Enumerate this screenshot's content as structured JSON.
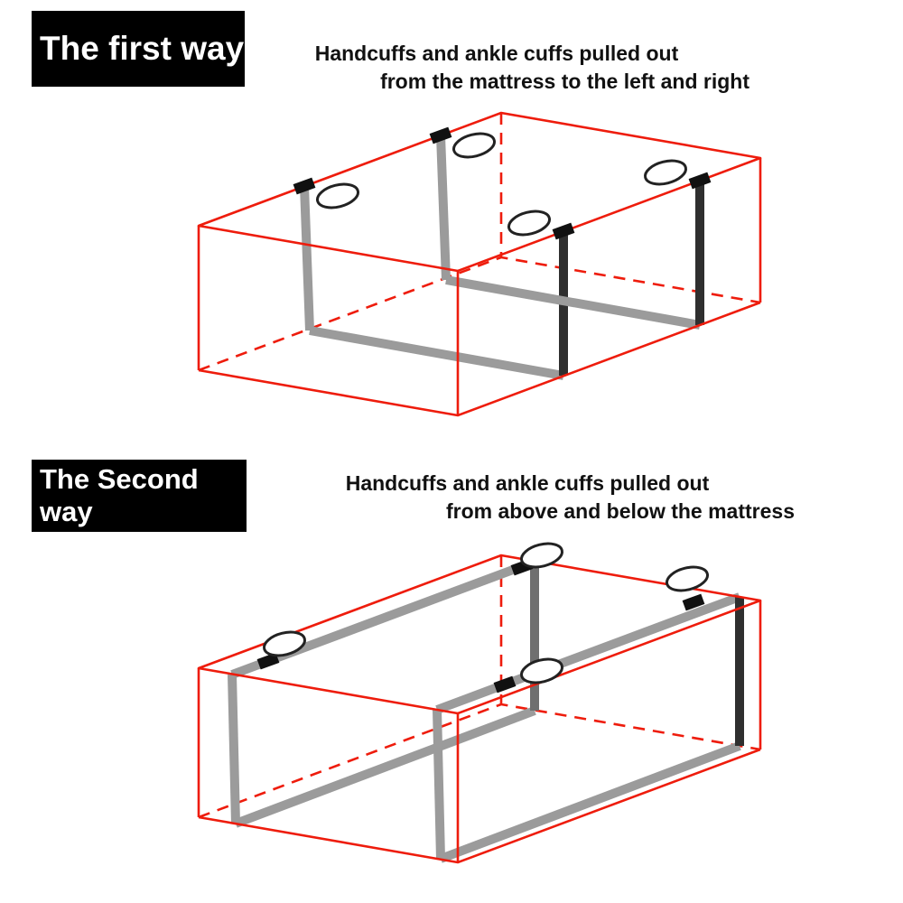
{
  "colors": {
    "background": "#ffffff",
    "wireframe_red": "#ee1c0c",
    "strap_gray": "#9b9b9b",
    "strap_mid": "#6f6f6f",
    "strap_dark": "#2f2f2f",
    "buckle_black": "#111111",
    "ring_fill": "#ffffff",
    "ring_stroke": "#222222",
    "label_bg": "#000000",
    "label_text": "#ffffff",
    "caption_text": "#111111"
  },
  "sections": [
    {
      "label": "The first way",
      "caption_line1": "Handcuffs and ankle cuffs pulled out",
      "caption_line2": "from the mattress to the left and right"
    },
    {
      "label": "The Second way",
      "caption_line1": "Handcuffs and ankle cuffs pulled out",
      "caption_line2": "from above and below the mattress"
    }
  ]
}
